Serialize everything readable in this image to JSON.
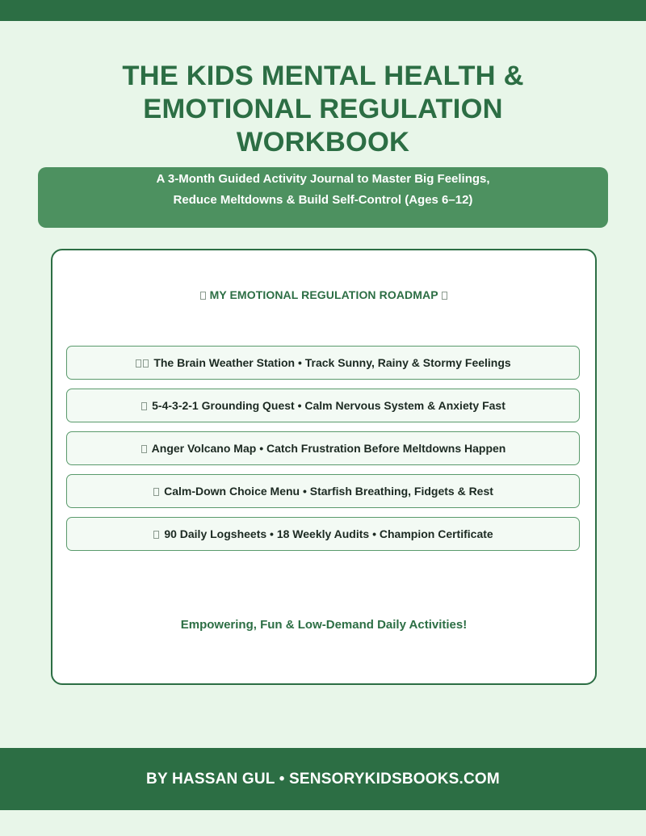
{
  "title": {
    "lines": [
      "THE KIDS MENTAL HEALTH &",
      "EMOTIONAL REGULATION",
      "WORKBOOK"
    ]
  },
  "subtitle": {
    "lines": [
      "A 3-Month Guided Activity Journal to Master Big Feelings,",
      "Reduce Meltdowns & Build Self-Control (Ages 6–12)"
    ]
  },
  "roadmap": {
    "heading": "MY EMOTIONAL REGULATION ROADMAP",
    "items": [
      {
        "text": "The Brain Weather Station  •  Track Sunny, Rainy & Stormy Feelings"
      },
      {
        "text": "5-4-3-2-1 Grounding Quest  •  Calm Nervous System & Anxiety Fast"
      },
      {
        "text": "Anger Volcano Map  •  Catch Frustration Before Meltdowns Happen"
      },
      {
        "text": "Calm-Down Choice Menu  •  Starfish Breathing, Fidgets & Rest"
      },
      {
        "text": "90 Daily Logsheets  •  18 Weekly Audits  •  Champion Certificate"
      }
    ],
    "tagline": "Empowering, Fun & Low-Demand Daily Activities!"
  },
  "footer": {
    "text": "BY HASSAN GUL  •  SENSORYKIDSBOOKS.COM"
  },
  "colors": {
    "page_background": "#e8f6e9",
    "primary_green": "#2c6e44",
    "subtitle_green": "#4d9160",
    "item_background": "#f3faf4"
  }
}
